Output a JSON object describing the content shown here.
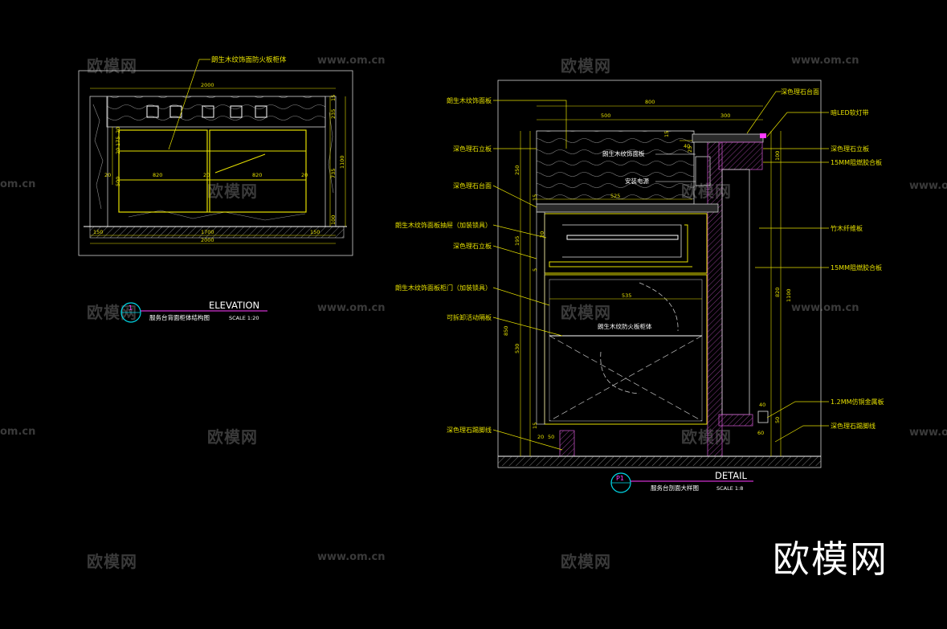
{
  "watermarks": {
    "cn": "欧模网",
    "url": "www.om.cn",
    "url_partial": "om.cn"
  },
  "brand_logo": "欧模网",
  "elevation": {
    "title": "ELEVATION",
    "subtitle": "服务台背面柜体结构图",
    "scale": "SCALE  1:20",
    "marker": "1",
    "label_top": "朗生木纹饰面防火板柜体",
    "dims": {
      "total_top": "2000",
      "total_bottom": "2000",
      "middle": "1700",
      "left_end": "150",
      "right_end": "150",
      "door_left": "820",
      "door_right": "820",
      "gap_center": "20",
      "gap_left": "20",
      "gap_right": "20",
      "h_15": "15",
      "h_235": "235",
      "h_735": "735",
      "h_100": "100",
      "h_1100": "1100",
      "l_20": "20",
      "l_175": "175",
      "l_20b": "20",
      "l_500": "500"
    }
  },
  "detail": {
    "title": "DETAIL",
    "subtitle": "服务台剖面大样图",
    "scale": "SCALE  1:8",
    "marker": "P1",
    "callouts_left": [
      "朗生木纹饰面板",
      "深色理石立板",
      "深色理石台面",
      "朗生木纹饰面板抽屉（加装锁具）",
      "深色理石立板",
      "朗生木纹饰面板柜门（加装锁具）",
      "可拆卸活动隔板",
      "深色理石踢脚线"
    ],
    "callouts_right": [
      "深色理石台面",
      "暗LED软灯带",
      "深色理石立板",
      "15MM阻燃胶合板",
      "竹木纤维板",
      "15MM阻燃胶合板",
      "1.2MM仿铜金属板",
      "深色理石踢脚线"
    ],
    "inner_labels": {
      "panel": "朗生木纹饰面板",
      "power": "安装电源",
      "fireboard": "朗生木纹防火板柜体"
    },
    "dims": {
      "d800": "800",
      "d500": "500",
      "d300": "300",
      "d525": "525",
      "d535": "535",
      "d250": "250",
      "d195": "195",
      "d850": "850",
      "d530": "530",
      "d820": "820",
      "d1100": "1100",
      "d40": "40",
      "d15a": "15",
      "d15b": "15",
      "d15c": "15",
      "d25": "25",
      "d100": "100",
      "d20a": "20",
      "d20b": "20",
      "d50a": "50",
      "d50b": "50",
      "d60": "60",
      "d40b": "40",
      "d5": "5"
    }
  }
}
